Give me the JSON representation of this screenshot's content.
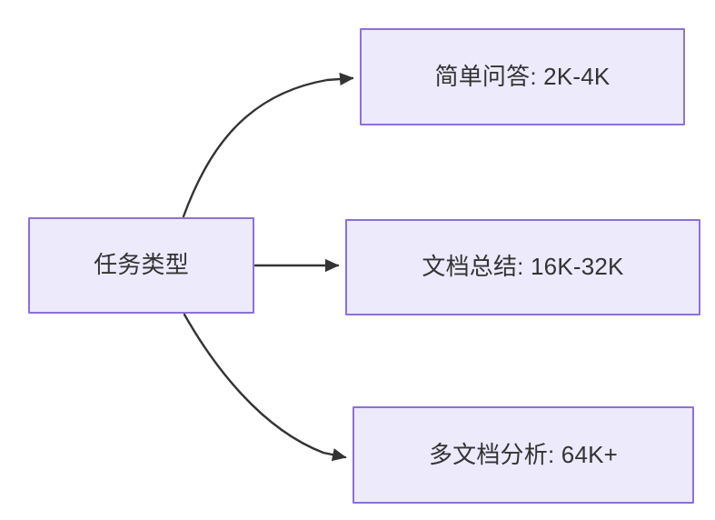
{
  "diagram": {
    "type": "flowchart",
    "direction": "left-to-right",
    "background_color": "#FFFFFF",
    "node_fill_color": "#ECEAFB",
    "node_border_color": "#8D70D8",
    "node_text_color": "#333333",
    "edge_color": "#333333",
    "root": {
      "id": "root",
      "label": "任务类型"
    },
    "children": [
      {
        "id": "child-0",
        "label": "简单问答: 2K-4K",
        "task": "简单问答",
        "context_length": "2K-4K"
      },
      {
        "id": "child-1",
        "label": "文档总结: 16K-32K",
        "task": "文档总结",
        "context_length": "16K-32K"
      },
      {
        "id": "child-2",
        "label": "多文档分析: 64K+",
        "task": "多文档分析",
        "context_length": "64K+"
      }
    ],
    "edges": [
      {
        "id": "edge-0",
        "from": "root",
        "to": "child-0",
        "style": "curved",
        "arrowhead": "triangle"
      },
      {
        "id": "edge-1",
        "from": "root",
        "to": "child-1",
        "style": "straight",
        "arrowhead": "triangle"
      },
      {
        "id": "edge-2",
        "from": "root",
        "to": "child-2",
        "style": "curved",
        "arrowhead": "triangle"
      }
    ]
  }
}
